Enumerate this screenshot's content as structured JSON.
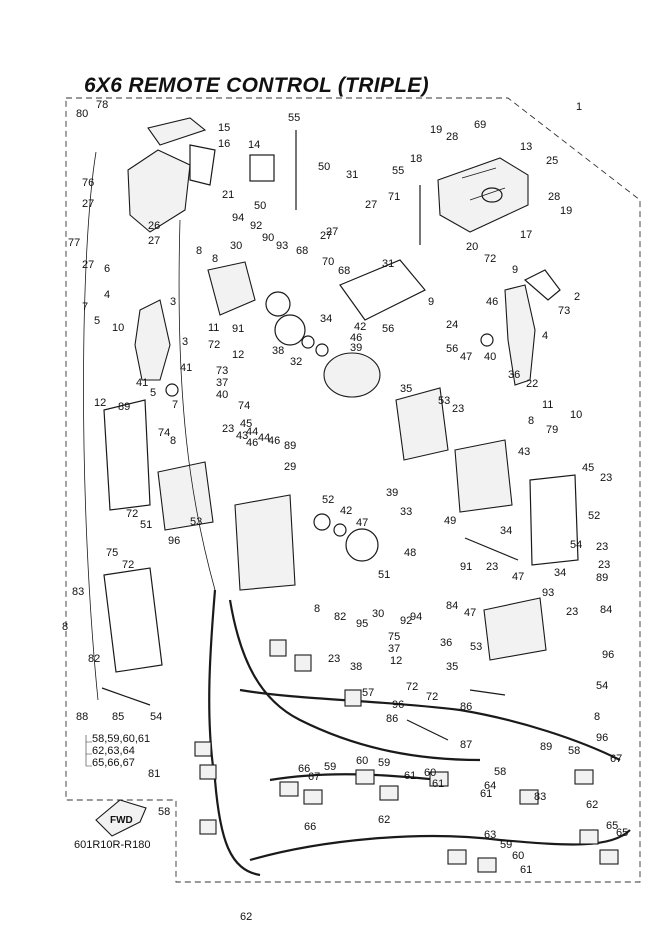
{
  "title": "6X6 REMOTE CONTROL (TRIPLE)",
  "reference_code": "601R10R-R180",
  "fwd_label": "FWD",
  "colors": {
    "ink": "#111111",
    "background": "#ffffff"
  },
  "multi_labels": {
    "group_57_line1": "58,59,60,61",
    "group_57_line2": "62,63,64",
    "group_57_line3": "65,66,67"
  },
  "callouts": [
    "80",
    "78",
    "1",
    "15",
    "14",
    "16",
    "55",
    "69",
    "19",
    "28",
    "13",
    "25",
    "76",
    "50",
    "31",
    "18",
    "55",
    "71",
    "28",
    "19",
    "27",
    "21",
    "26",
    "27",
    "50",
    "27",
    "27",
    "17",
    "77",
    "94",
    "92",
    "90",
    "68",
    "27",
    "93",
    "70",
    "20",
    "27",
    "8",
    "30",
    "8",
    "68",
    "31",
    "72",
    "9",
    "6",
    "4",
    "2",
    "7",
    "3",
    "9",
    "46",
    "5",
    "10",
    "11",
    "91",
    "34",
    "42",
    "46",
    "56",
    "24",
    "73",
    "4",
    "3",
    "72",
    "12",
    "38",
    "32",
    "39",
    "56",
    "47",
    "40",
    "41",
    "5",
    "41",
    "73",
    "37",
    "36",
    "22",
    "11",
    "10",
    "7",
    "40",
    "35",
    "53",
    "23",
    "8",
    "12",
    "89",
    "74",
    "45",
    "44",
    "46",
    "79",
    "74",
    "8",
    "23",
    "43",
    "46",
    "44",
    "43",
    "89",
    "29",
    "45",
    "23",
    "72",
    "52",
    "42",
    "39",
    "49",
    "52",
    "51",
    "53",
    "47",
    "33",
    "34",
    "96",
    "48",
    "91",
    "54",
    "23",
    "75",
    "72",
    "23",
    "47",
    "23",
    "83",
    "51",
    "34",
    "89",
    "8",
    "93",
    "84",
    "47",
    "23",
    "84",
    "82",
    "95",
    "92",
    "30",
    "94",
    "8",
    "75",
    "37",
    "36",
    "82",
    "23",
    "38",
    "12",
    "35",
    "53",
    "96",
    "88",
    "57",
    "72",
    "72",
    "86",
    "54",
    "8",
    "85",
    "54",
    "96",
    "86",
    "96",
    "87",
    "89",
    "81",
    "66",
    "59",
    "60",
    "59",
    "60",
    "58",
    "67",
    "67",
    "61",
    "61",
    "64",
    "58",
    "83",
    "61",
    "58",
    "66",
    "62",
    "62",
    "65",
    "65",
    "63",
    "59",
    "60",
    "61",
    "62"
  ]
}
